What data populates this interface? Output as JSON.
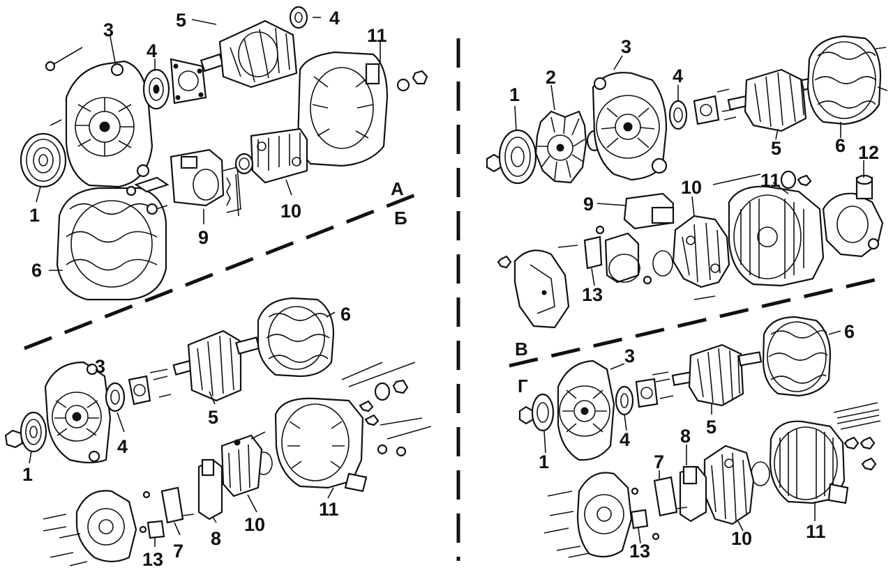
{
  "sections": {
    "a": "А",
    "b": "Б",
    "v": "В",
    "g": "Г"
  },
  "labels": {
    "a_1": "1",
    "a_3": "3",
    "a_4a": "4",
    "a_4b": "4",
    "a_5": "5",
    "a_6": "6",
    "a_9": "9",
    "a_10": "10",
    "a_11": "11",
    "b_1": "1",
    "b_3": "3",
    "b_4": "4",
    "b_5": "5",
    "b_6": "6",
    "b_7": "7",
    "b_8": "8",
    "b_10": "10",
    "b_11": "11",
    "b_13": "13",
    "v_1": "1",
    "v_2": "2",
    "v_3": "3",
    "v_4": "4",
    "v_5": "5",
    "v_6": "6",
    "v_9": "9",
    "v_10": "10",
    "v_11": "11",
    "v_12": "12",
    "v_13": "13",
    "g_1": "1",
    "g_3": "3",
    "g_4": "4",
    "g_5": "5",
    "g_6": "6",
    "g_7": "7",
    "g_8": "8",
    "g_10": "10",
    "g_11": "11",
    "g_13": "13"
  }
}
